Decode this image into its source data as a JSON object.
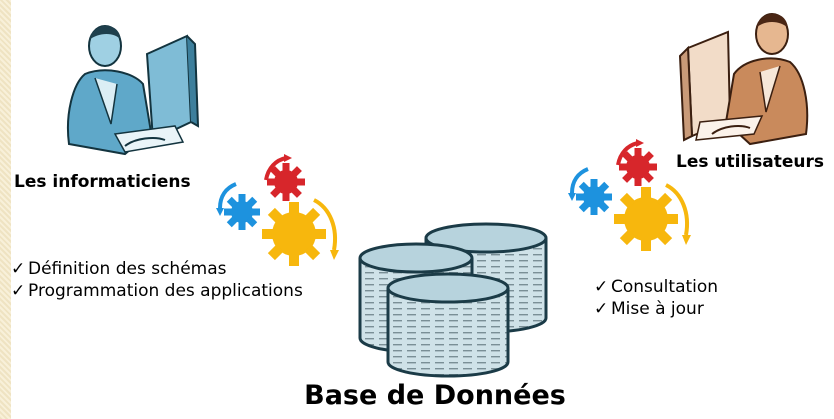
{
  "left_group": {
    "title": "Les informaticiens",
    "items": [
      {
        "check": "✓",
        "text": "Définition des schémas"
      },
      {
        "check": "✓",
        "text": "Programmation des applications"
      }
    ]
  },
  "right_group": {
    "title": "Les utilisateurs",
    "items": [
      {
        "check": "✓",
        "text": "Consultation"
      },
      {
        "check": "✓",
        "text": "Mise à jour"
      }
    ]
  },
  "database": {
    "label": "Base de Données"
  },
  "colors": {
    "gear_red": "#d7262b",
    "gear_blue": "#1d92de",
    "gear_yellow": "#f7b70d",
    "person_left": "#5fa8c9",
    "person_right": "#c98a5c",
    "cylinder": "#b7d3dd"
  }
}
